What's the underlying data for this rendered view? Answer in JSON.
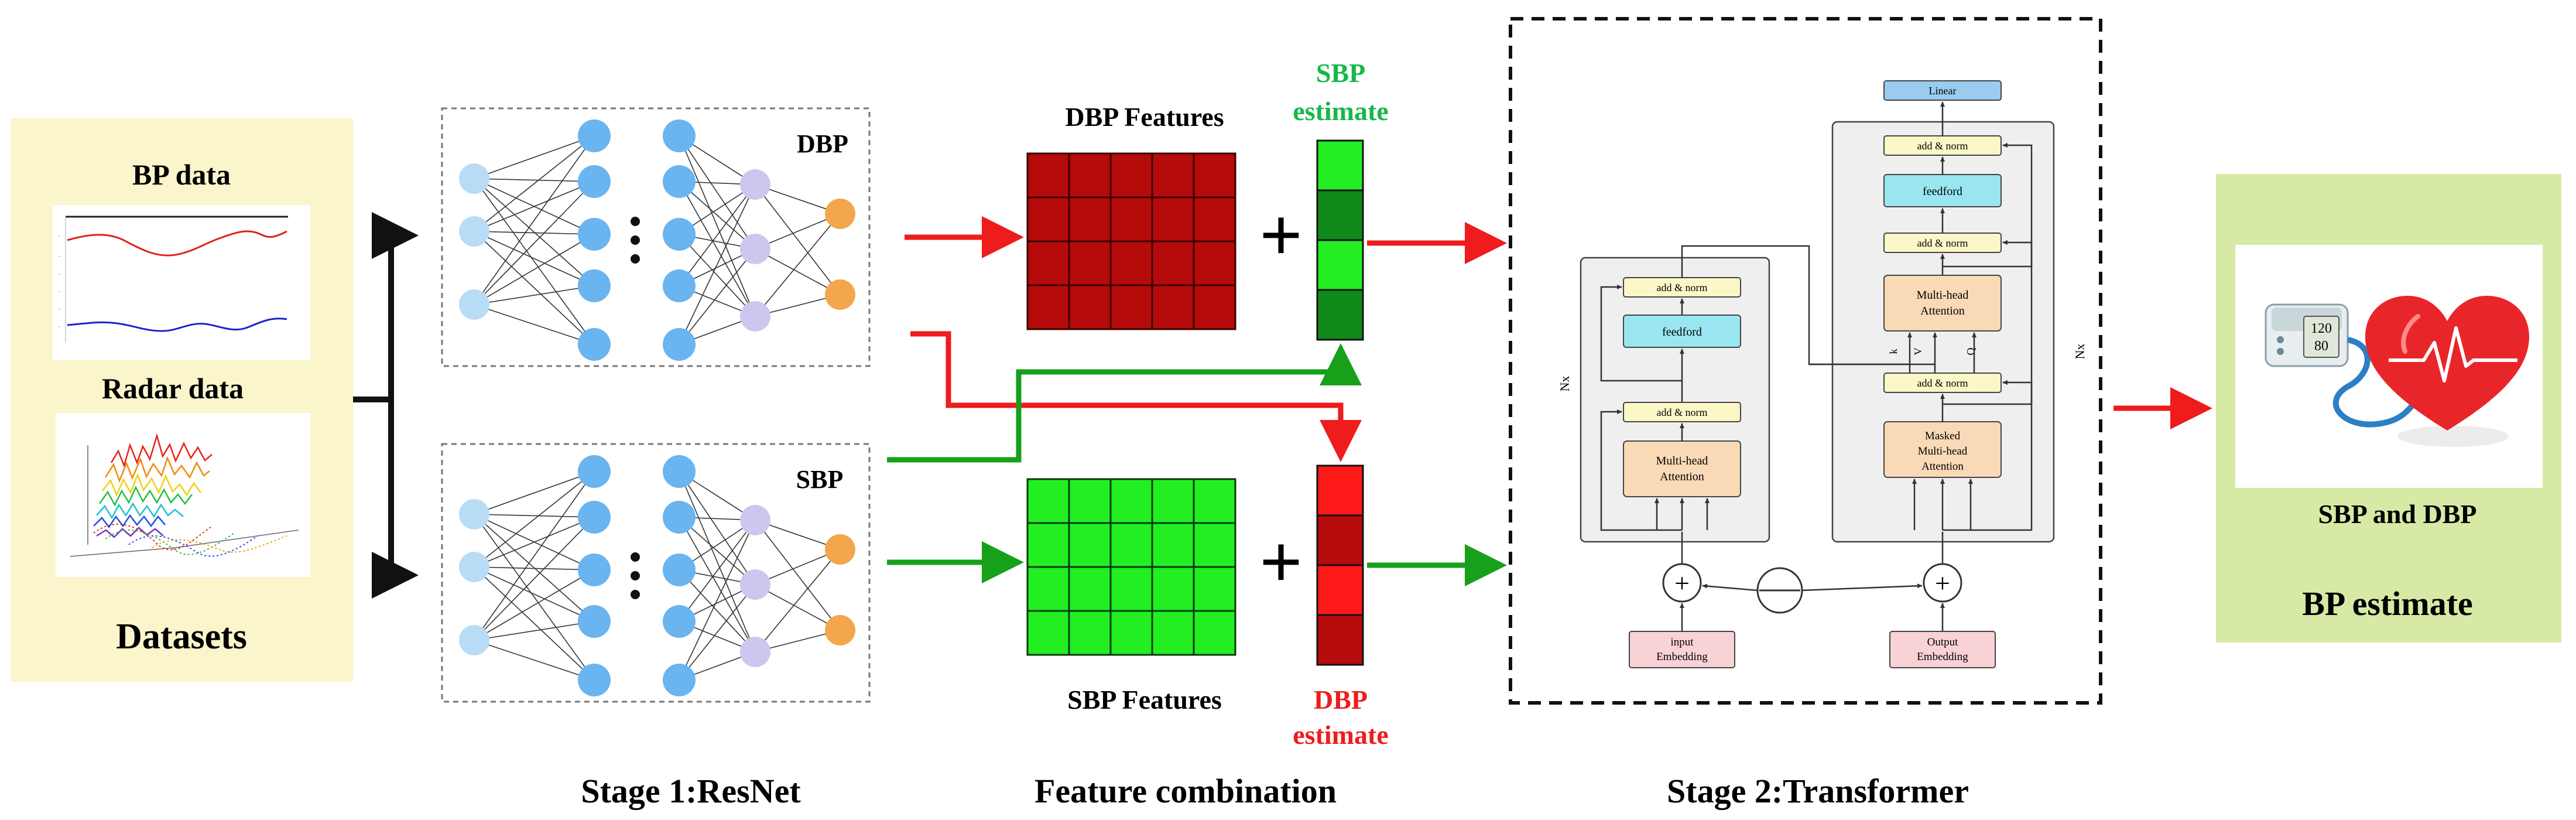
{
  "datasets": {
    "bp_data_label": "BP data",
    "radar_data_label": "Radar data",
    "title": "Datasets"
  },
  "stage1": {
    "dbp_net_label": "DBP",
    "sbp_net_label": "SBP",
    "caption": "Stage 1:ResNet"
  },
  "features": {
    "dbp_features_label": "DBP Features",
    "sbp_features_label": "SBP Features",
    "sbp_estimate_label": [
      "SBP",
      "estimate"
    ],
    "dbp_estimate_label": [
      "DBP",
      "estimate"
    ],
    "plus_symbol": "+",
    "caption": "Feature combination"
  },
  "stage2": {
    "caption": "Stage 2:Transformer",
    "encoder": {
      "nx": "Nx",
      "add_norm_top": "add & norm",
      "feedford": "feedford",
      "add_norm_bottom": "add & norm",
      "attention": [
        "Multi-head",
        "Attention"
      ]
    },
    "decoder": {
      "nx": "Nx",
      "linear": "Linear",
      "add_norm_1": "add & norm",
      "feedford": "feedford",
      "add_norm_2": "add & norm",
      "attention": [
        "Multi-head",
        "Attention"
      ],
      "kvq": [
        "k",
        "V",
        "Q"
      ],
      "add_norm_3": "add & norm",
      "masked_attention": [
        "Masked",
        "Multi-head",
        "Attention"
      ]
    },
    "input_embedding": [
      "input",
      "Embedding"
    ],
    "output_embedding": [
      "Output",
      "Embedding"
    ],
    "plus_symbol": "+"
  },
  "output": {
    "label": "SBP and DBP",
    "title": "BP estimate",
    "monitor_readout": [
      "120",
      "80"
    ]
  },
  "colors": {
    "red": "#ee1c1c",
    "green": "#17a01a",
    "bright_green": "#22ee22",
    "dark_red": "#b50b0b",
    "node_blue": "#6ab4f0",
    "node_lightblue": "#b9dcf6",
    "node_purple": "#cdc6ee",
    "node_orange": "#f4a64c",
    "panel_yellow": "#fbf5cc",
    "panel_green": "#d6eaa6",
    "cyan_box": "#99e6f0",
    "peach_box": "#f9d9b6",
    "pink_box": "#f9d2d6",
    "yellow_box": "#fbf7c6"
  }
}
